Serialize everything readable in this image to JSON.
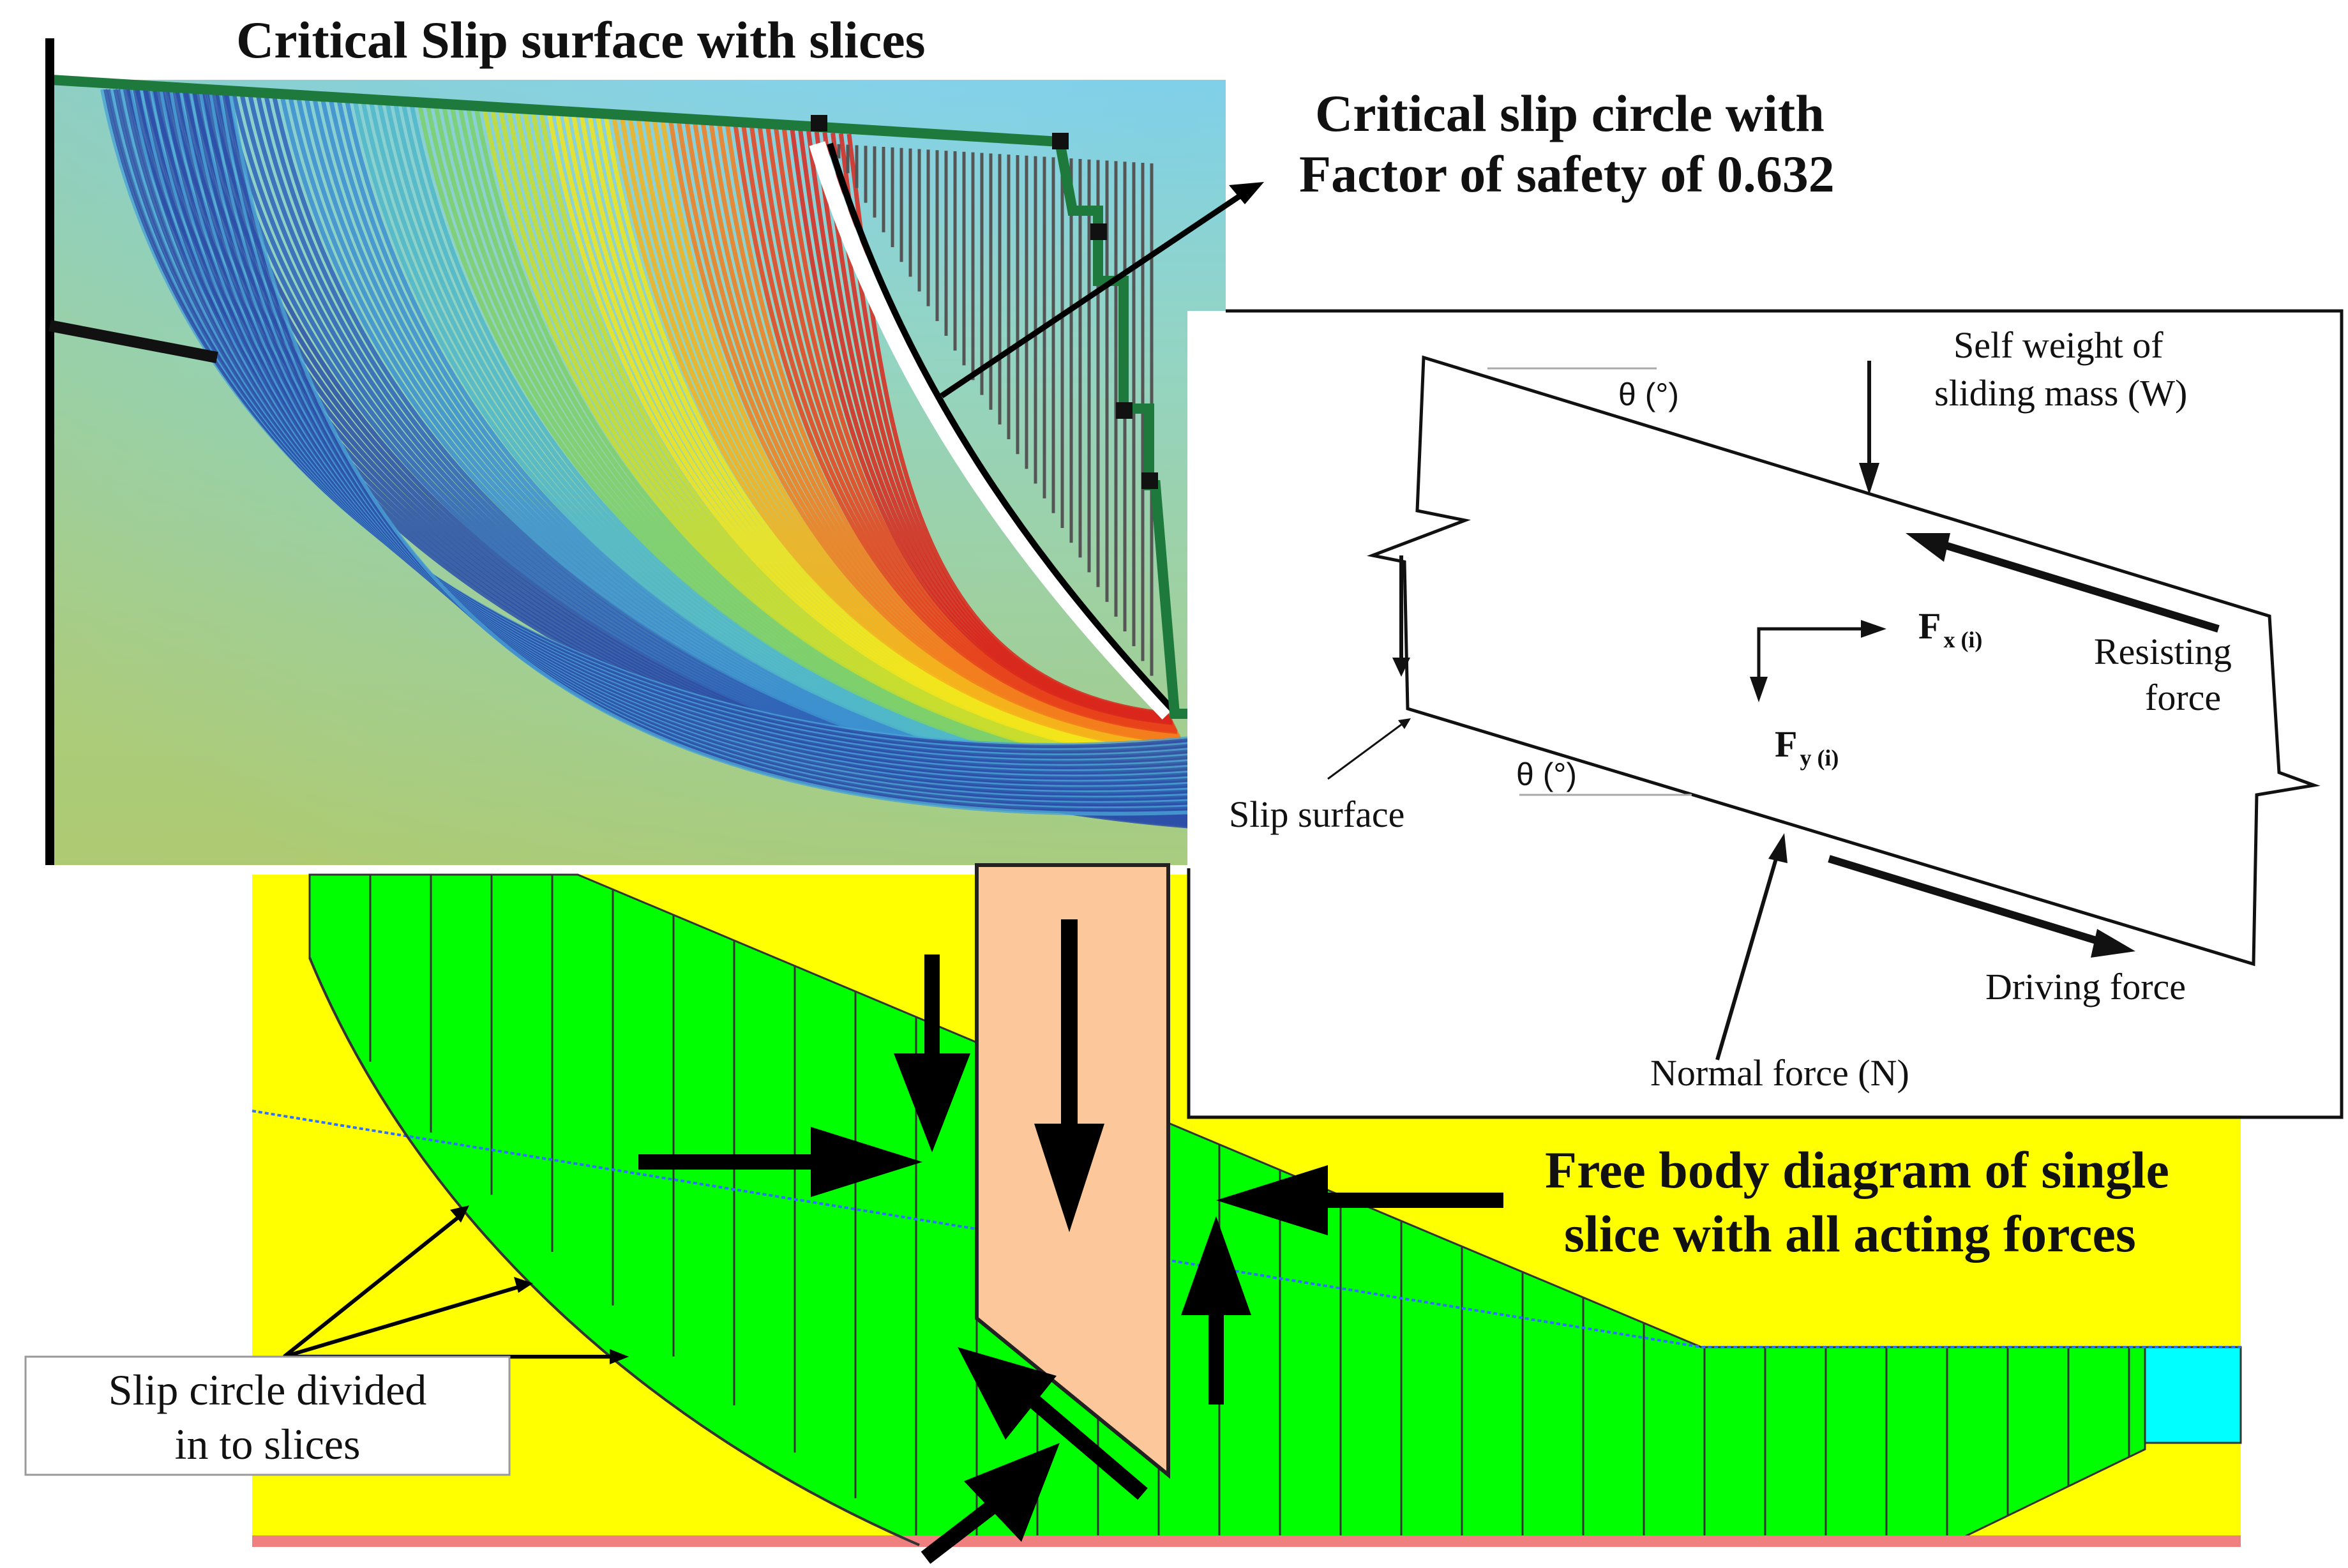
{
  "figure": {
    "top_left_title": "Critical Slip surface with slices",
    "callout_circle_line1": "Critical slip circle with",
    "callout_circle_line2": "Factor of safety of 0.632",
    "fbd_title_line1": "Free body diagram of single",
    "fbd_title_line2": "slice with all acting forces",
    "slices_label_line1": "Slip circle divided",
    "slices_label_line2": "in to slices"
  },
  "inset": {
    "self_weight_line1": "Self weight of",
    "self_weight_line2": "sliding mass (W)",
    "theta_top": "θ (°)",
    "theta_bottom": "θ (°)",
    "fx_main": "F",
    "fx_sub": "x (i)",
    "fy_main": "F",
    "fy_sub": "y (i)",
    "resisting_line1": "Resisting",
    "resisting_line2": "force",
    "slip_surface": "Slip surface",
    "driving_force": "Driving force",
    "normal_force": "Normal force (N)"
  },
  "colors": {
    "soil_yellow": "#ffff00",
    "slice_green": "#00ff00",
    "slice_highlight": "#fcc89b",
    "water_cyan": "#00ffff",
    "base_pink": "#f08080",
    "boundary_green": "#1e7a3c",
    "slip_blue": "#2c4fa8"
  }
}
